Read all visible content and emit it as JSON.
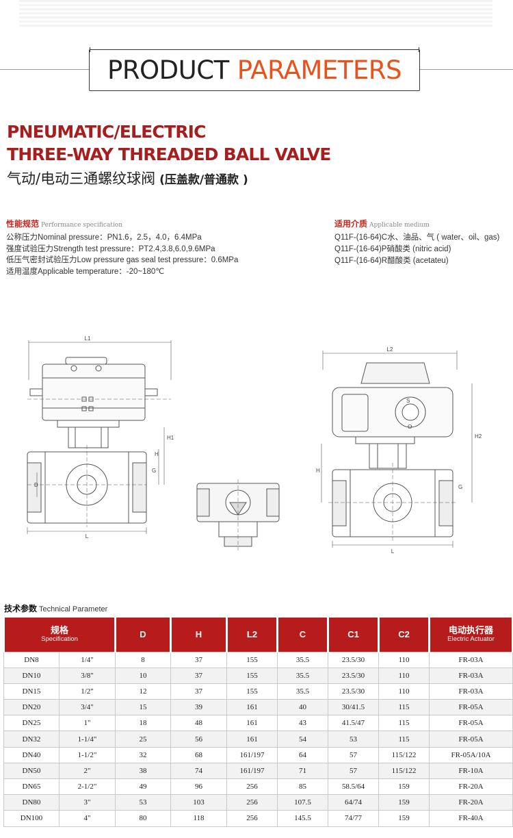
{
  "header": {
    "word1": "PRODUCT",
    "word2": "PARAMETERS"
  },
  "title": {
    "line1": "PNEUMATIC/ELECTRIC",
    "line2": "THREE-WAY THREADED BALL VALVE",
    "cn": "气动/电动三通螺纹球阀",
    "cn_variant": "(压盖款/普通款 )"
  },
  "performance": {
    "heading_cn": "性能规范",
    "heading_en": "Performance specification",
    "lines": [
      "公称压力Nominal pressure：PN1.6，2.5，4.0，6.4MPa",
      "强度试验压力Strength test pressure：PT2.4,3.8,6.0,9.6MPa",
      "低压气密封试验压力Low pressure gas seal test pressure：0.6MPa",
      "适用温度Applicable temperature：-20~180℃"
    ]
  },
  "medium": {
    "heading_cn": "适用介质",
    "heading_en": "Applicable medium",
    "lines": [
      "Q11F-(16-64)C水、油品、气 ( water、oil、gas)",
      "Q11F-(16-64)P硝酸类 (nitric acid)",
      "Q11F-(16-64)R醋酸类 (acetateu)"
    ]
  },
  "drawing_labels": {
    "L1": "L1",
    "H1": "H1",
    "H": "H",
    "G": "G",
    "L": "L",
    "D": "D",
    "L2": "L2",
    "H2": "H2",
    "S": "S",
    "O": "O"
  },
  "technical": {
    "heading_cn": "技术参数",
    "heading_en": "Technical Parameter",
    "headers": [
      {
        "cn": "规格",
        "en": "Specification"
      },
      {
        "cn": "D",
        "en": ""
      },
      {
        "cn": "H",
        "en": ""
      },
      {
        "cn": "L2",
        "en": ""
      },
      {
        "cn": "C",
        "en": ""
      },
      {
        "cn": "C1",
        "en": ""
      },
      {
        "cn": "C2",
        "en": ""
      },
      {
        "cn": "电动执行器",
        "en": "Electric Actuator"
      }
    ],
    "rows": [
      [
        "DN8",
        "1/4\"",
        "8",
        "37",
        "155",
        "35.5",
        "23.5/30",
        "110",
        "FR-03A"
      ],
      [
        "DN10",
        "3/8\"",
        "10",
        "37",
        "155",
        "35.5",
        "23.5/30",
        "110",
        "FR-03A"
      ],
      [
        "DN15",
        "1/2\"",
        "12",
        "37",
        "155",
        "35.5",
        "23.5/30",
        "110",
        "FR-03A"
      ],
      [
        "DN20",
        "3/4\"",
        "15",
        "39",
        "161",
        "40",
        "30/41.5",
        "115",
        "FR-05A"
      ],
      [
        "DN25",
        "1\"",
        "18",
        "48",
        "161",
        "43",
        "41.5/47",
        "115",
        "FR-05A"
      ],
      [
        "DN32",
        "1-1/4\"",
        "25",
        "56",
        "161",
        "54",
        "53",
        "115",
        "FR-05A"
      ],
      [
        "DN40",
        "1-1/2\"",
        "32",
        "68",
        "161/197",
        "64",
        "57",
        "115/122",
        "FR-05A/10A"
      ],
      [
        "DN50",
        "2\"",
        "38",
        "74",
        "161/197",
        "71",
        "57",
        "115/122",
        "FR-10A"
      ],
      [
        "DN65",
        "2-1/2\"",
        "49",
        "96",
        "256",
        "85",
        "58.5/64",
        "159",
        "FR-20A"
      ],
      [
        "DN80",
        "3\"",
        "53",
        "103",
        "256",
        "107.5",
        "64/74",
        "159",
        "FR-20A"
      ],
      [
        "DN100",
        "4\"",
        "80",
        "118",
        "256",
        "145.5",
        "74/77",
        "159",
        "FR-40A"
      ]
    ]
  }
}
